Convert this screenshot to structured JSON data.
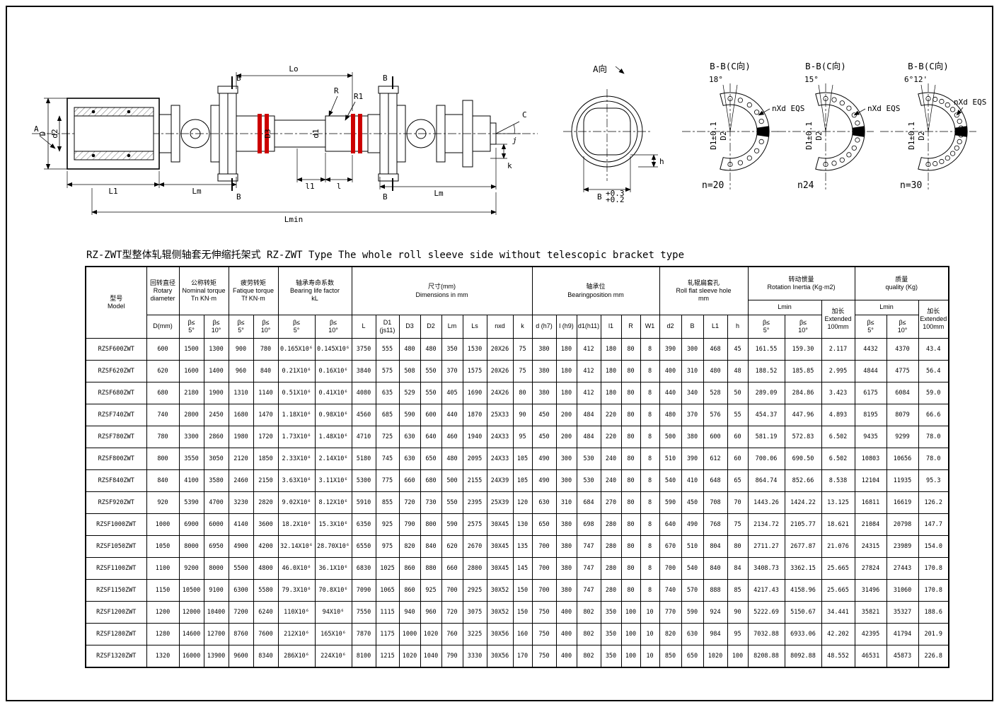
{
  "page": {
    "sheet_title": "RZ-ZWT型整体轧辊侧轴套无伸缩托架式 RZ-ZWT Type The whole roll sleeve side without telescopic bracket type"
  },
  "drawing": {
    "colors": {
      "seal_ring": "#cc0000",
      "line": "#000000"
    },
    "view_labels": {
      "a_marker": "A",
      "d_dim": "D",
      "d2_dim": "d2",
      "l1_dim": "L1",
      "lm_left": "Lm",
      "b_mark": "B",
      "lo_dim": "Lo",
      "r_label": "R",
      "r1_label": "R1",
      "d3_dim": "D3",
      "d1_dim": "d1",
      "l1_small_dim": "l1",
      "l_small_dim": "l",
      "c_label": "C",
      "angle_symbol": "j",
      "k_dim": "k",
      "lm_right": "Lm",
      "lmin_dim": "Lmin",
      "a_view_title": "A向",
      "b_flat_dim": "B",
      "b_tol_upper": "+0.3",
      "b_tol_lower": "+0.2",
      "h_dim": "h"
    },
    "sections": [
      {
        "title": "B-B(C向)",
        "angle": "18°",
        "d1_label": "D1±0.1",
        "d2_label": "D2",
        "holes_label": "nXd EQS",
        "count_label": "n=20"
      },
      {
        "title": "B-B(C向)",
        "angle": "15°",
        "d1_label": "D1±0.1",
        "d2_label": "D2",
        "holes_label": "nXd EQS",
        "count_label": "n24"
      },
      {
        "title": "B-B(C向)",
        "angle": "6°12'",
        "d1_label": "D1±0.1",
        "d2_label": "D2",
        "holes_label": "nXd EQS",
        "count_label": "n=30"
      }
    ]
  },
  "table": {
    "model_header": "型号\nModel",
    "beta5": "β≤\n5°",
    "beta10": "β≤\n10°",
    "diameter": {
      "title": "回转直径\nRotary\ndiameter",
      "leaf": "D(mm)"
    },
    "nominal": {
      "title": "公称转矩\nNominal torque\nTn KN·m"
    },
    "fatigue": {
      "title": "疲劳转矩\nFatique torque\nTf KN·m"
    },
    "life": {
      "title": "轴承寿命系数\nBearing life factor\nkL"
    },
    "dims": {
      "title": "尺寸(mm)\nDimensions in mm",
      "leaves": [
        "L",
        "D1\n(js11)",
        "D3",
        "D2",
        "Lm",
        "Ls",
        "nxd",
        "k"
      ]
    },
    "bearing": {
      "title": "轴承位\nBearingposition  mm",
      "leaves": [
        "d (h7)",
        "l (h9)",
        "d1(h11)",
        "l1",
        "R",
        "W1"
      ]
    },
    "sleeve": {
      "title": "轧辊扁套孔\nRoll flat sleeve hole\nmm",
      "leaves": [
        "d2",
        "B",
        "L1",
        "h"
      ]
    },
    "inertia": {
      "title": "转动惯量\nRotation Inertia (Kg·m2)",
      "lmin": "Lmin",
      "extended": "加长\nExtended\n100mm"
    },
    "mass": {
      "title": "质量\nquality (Kg)",
      "lmin": "Lmin",
      "extended": "加长\nExtended\n100mm"
    },
    "rows": [
      [
        "RZSF600ZWT",
        "600",
        "1500",
        "1300",
        "900",
        "780",
        "0.165X10⁶",
        "0.145X10⁶",
        "3750",
        "555",
        "480",
        "480",
        "350",
        "1530",
        "20X26",
        "75",
        "380",
        "180",
        "412",
        "180",
        "80",
        "8",
        "390",
        "300",
        "468",
        "45",
        "161.55",
        "159.30",
        "2.117",
        "4432",
        "4370",
        "43.4"
      ],
      [
        "RZSF620ZWT",
        "620",
        "1600",
        "1400",
        "960",
        "840",
        "0.21X10⁶",
        "0.16X10⁶",
        "3840",
        "575",
        "508",
        "550",
        "370",
        "1575",
        "20X26",
        "75",
        "380",
        "180",
        "412",
        "180",
        "80",
        "8",
        "400",
        "310",
        "480",
        "48",
        "188.52",
        "185.85",
        "2.995",
        "4844",
        "4775",
        "56.4"
      ],
      [
        "RZSF680ZWT",
        "680",
        "2180",
        "1900",
        "1310",
        "1140",
        "0.51X10⁶",
        "0.41X10⁶",
        "4080",
        "635",
        "529",
        "550",
        "405",
        "1690",
        "24X26",
        "80",
        "380",
        "180",
        "412",
        "180",
        "80",
        "8",
        "440",
        "340",
        "528",
        "50",
        "289.09",
        "284.86",
        "3.423",
        "6175",
        "6084",
        "59.0"
      ],
      [
        "RZSF740ZWT",
        "740",
        "2800",
        "2450",
        "1680",
        "1470",
        "1.18X10⁶",
        "0.98X10⁶",
        "4560",
        "685",
        "590",
        "600",
        "440",
        "1870",
        "25X33",
        "90",
        "450",
        "200",
        "484",
        "220",
        "80",
        "8",
        "480",
        "370",
        "576",
        "55",
        "454.37",
        "447.96",
        "4.893",
        "8195",
        "8079",
        "66.6"
      ],
      [
        "RZSF780ZWT",
        "780",
        "3300",
        "2860",
        "1980",
        "1720",
        "1.73X10⁶",
        "1.48X10⁶",
        "4710",
        "725",
        "630",
        "640",
        "460",
        "1940",
        "24X33",
        "95",
        "450",
        "200",
        "484",
        "220",
        "80",
        "8",
        "500",
        "380",
        "600",
        "60",
        "581.19",
        "572.83",
        "6.502",
        "9435",
        "9299",
        "78.0"
      ],
      [
        "RZSF800ZWT",
        "800",
        "3550",
        "3050",
        "2120",
        "1850",
        "2.33X10⁶",
        "2.14X10⁶",
        "5180",
        "745",
        "630",
        "650",
        "480",
        "2095",
        "24X33",
        "105",
        "490",
        "300",
        "530",
        "240",
        "80",
        "8",
        "510",
        "390",
        "612",
        "60",
        "700.06",
        "690.50",
        "6.502",
        "10803",
        "10656",
        "78.0"
      ],
      [
        "RZSF840ZWT",
        "840",
        "4100",
        "3580",
        "2460",
        "2150",
        "3.63X10⁶",
        "3.11X10⁶",
        "5300",
        "775",
        "660",
        "680",
        "500",
        "2155",
        "24X39",
        "105",
        "490",
        "300",
        "530",
        "240",
        "80",
        "8",
        "540",
        "410",
        "648",
        "65",
        "864.74",
        "852.66",
        "8.538",
        "12104",
        "11935",
        "95.3"
      ],
      [
        "RZSF920ZWT",
        "920",
        "5390",
        "4700",
        "3230",
        "2820",
        "9.02X10⁶",
        "8.12X10⁶",
        "5910",
        "855",
        "720",
        "730",
        "550",
        "2395",
        "25X39",
        "120",
        "630",
        "310",
        "684",
        "270",
        "80",
        "8",
        "590",
        "450",
        "708",
        "70",
        "1443.26",
        "1424.22",
        "13.125",
        "16811",
        "16619",
        "126.2"
      ],
      [
        "RZSF1000ZWT",
        "1000",
        "6900",
        "6000",
        "4140",
        "3600",
        "18.2X10⁶",
        "15.3X10⁶",
        "6350",
        "925",
        "790",
        "800",
        "590",
        "2575",
        "30X45",
        "130",
        "650",
        "380",
        "698",
        "280",
        "80",
        "8",
        "640",
        "490",
        "768",
        "75",
        "2134.72",
        "2105.77",
        "18.621",
        "21084",
        "20798",
        "147.7"
      ],
      [
        "RZSF1050ZWT",
        "1050",
        "8000",
        "6950",
        "4900",
        "4200",
        "32.14X10⁶",
        "28.70X10⁶",
        "6550",
        "975",
        "820",
        "840",
        "620",
        "2670",
        "30X45",
        "135",
        "700",
        "380",
        "747",
        "280",
        "80",
        "8",
        "670",
        "510",
        "804",
        "80",
        "2711.27",
        "2677.87",
        "21.076",
        "24315",
        "23989",
        "154.0"
      ],
      [
        "RZSF1100ZWT",
        "1100",
        "9200",
        "8000",
        "5500",
        "4800",
        "46.0X10⁶",
        "36.1X10⁶",
        "6830",
        "1025",
        "860",
        "880",
        "660",
        "2800",
        "30X45",
        "145",
        "700",
        "380",
        "747",
        "280",
        "80",
        "8",
        "700",
        "540",
        "840",
        "84",
        "3408.73",
        "3362.15",
        "25.665",
        "27824",
        "27443",
        "170.8"
      ],
      [
        "RZSF1150ZWT",
        "1150",
        "10500",
        "9100",
        "6300",
        "5580",
        "79.3X10⁶",
        "70.8X10⁶",
        "7090",
        "1065",
        "860",
        "925",
        "700",
        "2925",
        "30X52",
        "150",
        "700",
        "380",
        "747",
        "280",
        "80",
        "8",
        "740",
        "570",
        "888",
        "85",
        "4217.43",
        "4158.96",
        "25.665",
        "31496",
        "31060",
        "170.8"
      ],
      [
        "RZSF1200ZWT",
        "1200",
        "12000",
        "10400",
        "7200",
        "6240",
        "110X10⁶",
        "94X10⁶",
        "7550",
        "1115",
        "940",
        "960",
        "720",
        "3075",
        "30X52",
        "150",
        "750",
        "400",
        "802",
        "350",
        "100",
        "10",
        "770",
        "590",
        "924",
        "90",
        "5222.69",
        "5150.67",
        "34.441",
        "35821",
        "35327",
        "188.6"
      ],
      [
        "RZSF1280ZWT",
        "1280",
        "14600",
        "12700",
        "8760",
        "7600",
        "212X10⁶",
        "165X10⁶",
        "7870",
        "1175",
        "1000",
        "1020",
        "760",
        "3225",
        "30X56",
        "160",
        "750",
        "400",
        "802",
        "350",
        "100",
        "10",
        "820",
        "630",
        "984",
        "95",
        "7032.88",
        "6933.06",
        "42.202",
        "42395",
        "41794",
        "201.9"
      ],
      [
        "RZSF1320ZWT",
        "1320",
        "16000",
        "13900",
        "9600",
        "8340",
        "286X10⁶",
        "224X10⁶",
        "8100",
        "1215",
        "1020",
        "1040",
        "790",
        "3330",
        "30X56",
        "170",
        "750",
        "400",
        "802",
        "350",
        "100",
        "10",
        "850",
        "650",
        "1020",
        "100",
        "8208.88",
        "8092.88",
        "48.552",
        "46531",
        "45873",
        "226.8"
      ]
    ]
  }
}
